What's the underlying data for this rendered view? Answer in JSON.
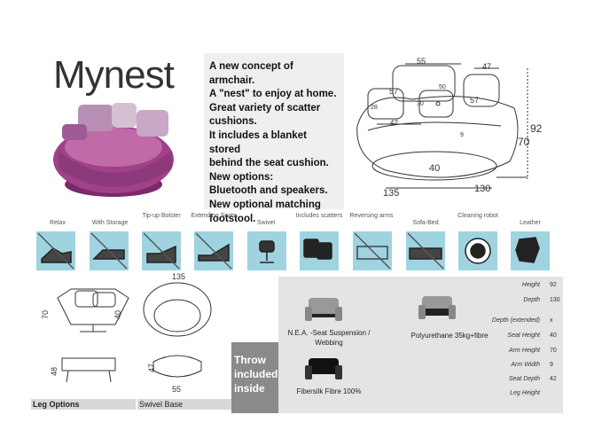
{
  "title": "Mynest",
  "description": [
    "A new concept of armchair.",
    "A \"nest\" to enjoy at home.",
    "Great variety of scatter",
    "cushions.",
    "It includes a blanket stored",
    "behind the seat cushion.",
    "New options:",
    "Bluetooth and speakers.",
    "New optional matching",
    "footstool."
  ],
  "diagram_dims": {
    "d55": "55",
    "d47": "47",
    "d57a": "57",
    "d50": "50",
    "d57b": "57",
    "d28": "28",
    "d30": "30",
    "d42": "42",
    "d92": "92",
    "d70": "70",
    "d40": "40",
    "d9": "9",
    "d135": "135",
    "d130": "130"
  },
  "features": [
    {
      "label": "Relax",
      "icon": "relax-icon"
    },
    {
      "label": "With Storage",
      "icon": "storage-icon"
    },
    {
      "label": "Tip-up Bolster",
      "icon": "bolster-icon"
    },
    {
      "label": "Extending Seats",
      "icon": "extending-seat-icon"
    },
    {
      "label": "Swivel",
      "icon": "swivel-icon"
    },
    {
      "label": "Includes scatters",
      "icon": "scatters-icon"
    },
    {
      "label": "Reversing arms",
      "icon": "reversing-arms-icon"
    },
    {
      "label": "Sofa-Bed",
      "icon": "sofa-bed-icon"
    },
    {
      "label": "Cleaning robot",
      "icon": "cleaning-robot-icon"
    },
    {
      "label": "Leather",
      "icon": "leather-icon"
    }
  ],
  "small_dims": {
    "side70": "70",
    "side40": "40",
    "top135": "135",
    "foot48": "48",
    "swivel47": "47",
    "swivel55": "55"
  },
  "throw_text": [
    "Throw",
    "included",
    "inside"
  ],
  "leg_options": "Leg Options",
  "swivel_base": "Swivel Base",
  "fillings": [
    {
      "label": "N.E.A. -Seat Suspension / Webbing"
    },
    {
      "label": "Polyurethane 35kg+fibre"
    },
    {
      "label": "Fibersilk Fibre 100%"
    }
  ],
  "specs": [
    {
      "label": "Height",
      "value": "92"
    },
    {
      "label": "Depth",
      "value": "130"
    },
    {
      "label": "Depth (extended)",
      "value": "x"
    },
    {
      "label": "Seat Height",
      "value": "40"
    },
    {
      "label": "Arm Height",
      "value": "70"
    },
    {
      "label": "Arm Width",
      "value": "9"
    },
    {
      "label": "Seat Depth",
      "value": "42"
    },
    {
      "label": "Leg Height",
      "value": ""
    }
  ],
  "colors": {
    "icon_bg": "#9fd3e0",
    "panel_bg": "#e4e4e4",
    "throw_bg": "#8a8a8a",
    "chair": "#a0418a"
  }
}
